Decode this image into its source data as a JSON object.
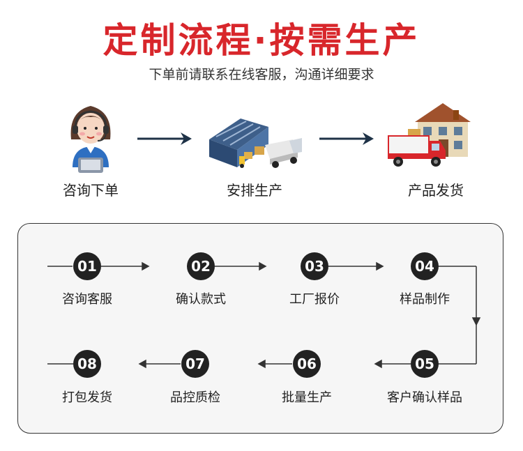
{
  "header": {
    "title": "定制流程·按需生产",
    "subtitle": "下单前请联系在线客服，沟通详细要求"
  },
  "top_flow": [
    {
      "label": "咨询下单",
      "icon": "customer-service-icon"
    },
    {
      "label": "安排生产",
      "icon": "factory-truck-icon"
    },
    {
      "label": "产品发货",
      "icon": "delivery-house-icon"
    }
  ],
  "steps": [
    {
      "num": "01",
      "label": "咨询客服"
    },
    {
      "num": "02",
      "label": "确认款式"
    },
    {
      "num": "03",
      "label": "工厂报价"
    },
    {
      "num": "04",
      "label": "样品制作"
    },
    {
      "num": "05",
      "label": "客户确认样品"
    },
    {
      "num": "06",
      "label": "批量生产"
    },
    {
      "num": "07",
      "label": "品控质检"
    },
    {
      "num": "08",
      "label": "打包发货"
    }
  ],
  "colors": {
    "accent": "#d8262b",
    "dark": "#222222",
    "arrow": "#1e3247"
  }
}
